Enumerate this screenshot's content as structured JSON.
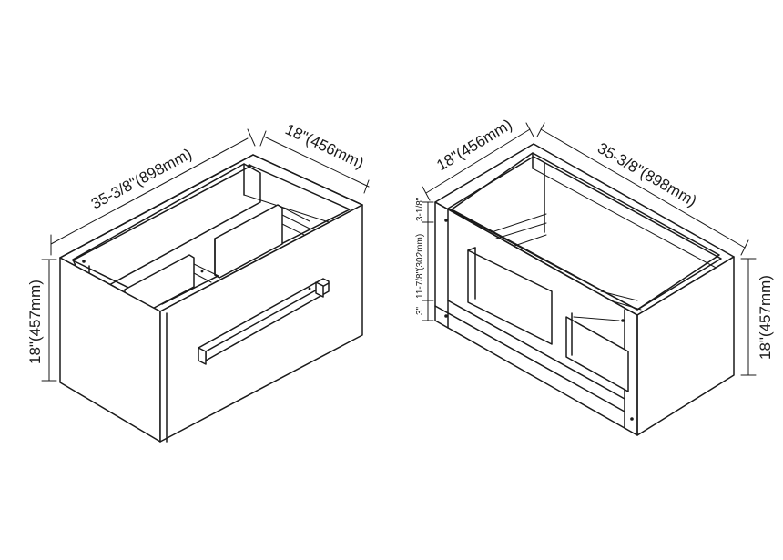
{
  "left_view": {
    "width_label": "35-3/8\"(898mm)",
    "depth_label": "18\"(456mm)",
    "height_label": "18\"(457mm)"
  },
  "right_view": {
    "depth_label": "18\"(456mm)",
    "width_label": "35-3/8\"(898mm)",
    "height_label": "18\"(457mm)",
    "top_gap_label": "3-1/8\"",
    "opening_label": "11-7/8\"(302mm)",
    "bottom_gap_label": "3\""
  }
}
